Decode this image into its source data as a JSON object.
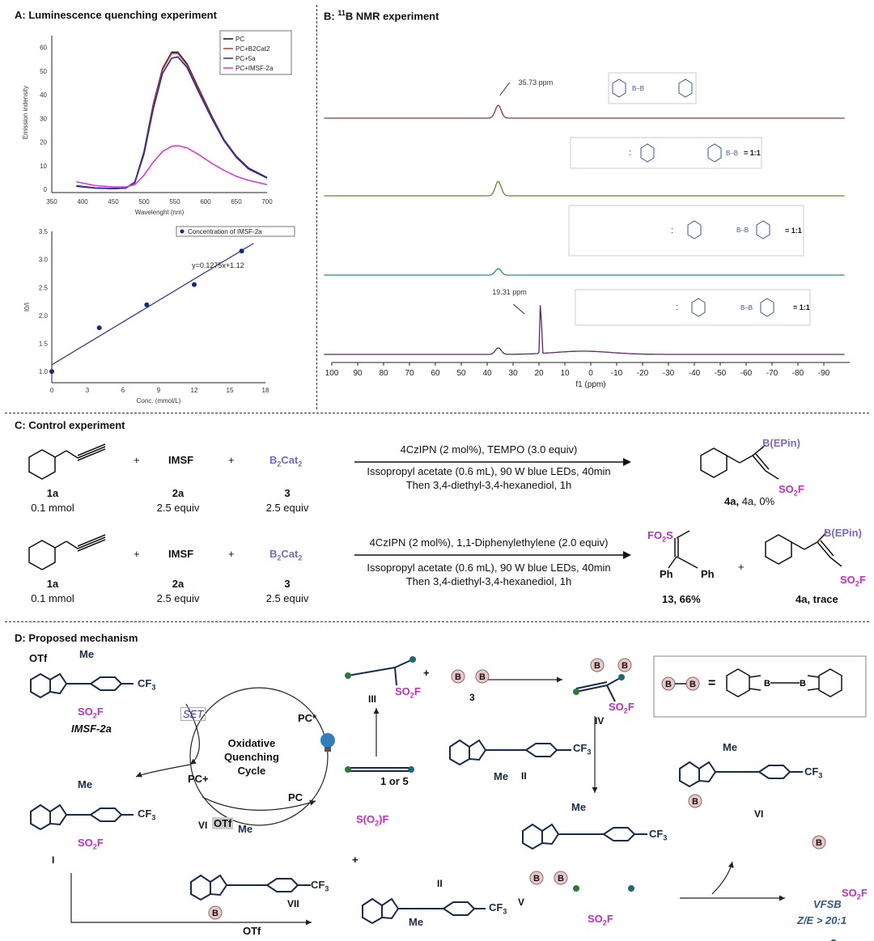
{
  "sectionA": {
    "title": "A: Luminescence quenching experiment",
    "emission": {
      "ylabel": "Emission indensity",
      "xlabel": "Wavelenght (nm)",
      "xticks": [
        "350",
        "400",
        "450",
        "500",
        "550",
        "600",
        "650",
        "700"
      ],
      "yticks": [
        "0",
        "10",
        "20",
        "30",
        "40",
        "50",
        "60"
      ],
      "legend": [
        "PC",
        "PC+B2Cat2",
        "PC+5a",
        "PC+IMSF-2a"
      ],
      "colors": [
        "#111111",
        "#c0392b",
        "#2a2aa8",
        "#d63cd6"
      ]
    },
    "quench": {
      "legend": "Concentration of IMSF-2a",
      "equation": "y=0.1275x+1.12",
      "ylabel": "I0/I",
      "xlabel": "Conc. (mmol/L)",
      "xticks": [
        "0",
        "3",
        "6",
        "9",
        "12",
        "15",
        "18"
      ],
      "yticks": [
        "1.0",
        "1.5",
        "2.0",
        "2.5",
        "3.0",
        "3.5"
      ]
    }
  },
  "chart_data": [
    {
      "type": "line",
      "xlabel": "Wavelenght (nm)",
      "ylabel": "Emission indensity",
      "xlim": [
        350,
        710
      ],
      "ylim": [
        -2,
        65
      ],
      "x": [
        390,
        420,
        450,
        470,
        485,
        500,
        515,
        530,
        545,
        555,
        570,
        590,
        610,
        630,
        650,
        670,
        700
      ],
      "series": [
        {
          "name": "PC",
          "values": [
            1.5,
            0.6,
            0.3,
            0.5,
            3,
            16,
            36,
            51,
            58,
            58,
            53,
            42,
            31,
            21,
            14,
            9,
            5
          ]
        },
        {
          "name": "PC+B2Cat2",
          "values": [
            1.4,
            0.6,
            0.3,
            0.5,
            3,
            15.5,
            35.5,
            50.5,
            57.5,
            57.5,
            52.5,
            41.5,
            30.5,
            20.8,
            13.8,
            8.8,
            4.8
          ]
        },
        {
          "name": "PC+5a",
          "values": [
            1.3,
            0.5,
            0.3,
            0.5,
            2.8,
            15,
            34,
            49,
            55.5,
            56,
            51.5,
            40.5,
            30,
            20.5,
            13.5,
            8.6,
            4.8
          ]
        },
        {
          "name": "PC+IMSF-2a",
          "values": [
            3.2,
            1.6,
            1.0,
            1.0,
            2.0,
            6,
            11.5,
            16,
            18.2,
            18.5,
            17.5,
            14.5,
            11,
            8,
            5.5,
            3.8,
            2
          ]
        }
      ]
    },
    {
      "type": "scatter",
      "xlabel": "Conc. (mmol/L)",
      "ylabel": "I0/I",
      "xlim": [
        0,
        18
      ],
      "ylim": [
        0.8,
        3.5
      ],
      "x": [
        0,
        4,
        8,
        12,
        16
      ],
      "series": [
        {
          "name": "Concentration of IMSF-2a",
          "values": [
            1.0,
            1.78,
            2.19,
            2.55,
            3.15
          ]
        }
      ],
      "fit": {
        "slope": 0.1275,
        "intercept": 1.12
      }
    },
    {
      "type": "line",
      "xlabel": "f1 (ppm)",
      "xlim": [
        100,
        -100
      ],
      "xticks": [
        "100",
        "90",
        "80",
        "70",
        "60",
        "50",
        "40",
        "30",
        "20",
        "10",
        "0",
        "-10",
        "-20",
        "-30",
        "-40",
        "-50",
        "-60",
        "-70",
        "-80",
        "-90"
      ],
      "series": [
        {
          "name": "B2Cat2",
          "color": "#8b3a3a",
          "peaks": [
            {
              "ppm": 35.73,
              "height": 16
            }
          ]
        },
        {
          "name": "isopropyl acetate : B2Cat2 = 1:1",
          "color": "#5a8a2e",
          "peaks": [
            {
              "ppm": 35.73,
              "height": 18
            }
          ]
        },
        {
          "name": "IMSF-2a : B2Cat2 = 1:1",
          "color": "#2a8a8a",
          "peaks": [
            {
              "ppm": 35.73,
              "height": 8
            }
          ]
        },
        {
          "name": "5a : B2Cat2 = 1:1",
          "color": "#5a2a6a",
          "peaks": [
            {
              "ppm": 35.73,
              "height": 8
            },
            {
              "ppm": 19.31,
              "height": 80
            }
          ]
        }
      ]
    }
  ],
  "sectionB": {
    "title": "B: ",
    "title_sup": "11",
    "title_rest": "B NMR experiment",
    "peak1": "35.73 ppm",
    "peak2": "19.31 ppm",
    "xlabel": "f1 (ppm)",
    "ratio": "= 1:1",
    "xticks": [
      "100",
      "90",
      "80",
      "70",
      "60",
      "50",
      "40",
      "30",
      "20",
      "10",
      "0",
      "-10",
      "-20",
      "-30",
      "-40",
      "-50",
      "-60",
      "-70",
      "-80",
      "-90"
    ]
  },
  "sectionC": {
    "title": "C: Control experiment",
    "row1": {
      "cond1": "4CzIPN (2 mol%), TEMPO (3.0 equiv)",
      "cond2": "Issopropyl acetate (0.6 mL), 90 W blue LEDs, 40min",
      "cond3": "Then 3,4-diethyl-3,4-hexanediol, 1h",
      "product": "4a, 0%"
    },
    "row2": {
      "cond1": "4CzIPN (2 mol%), 1,1-Diphenylethylene (2.0 equiv)",
      "cond2": "Issopropyl acetate (0.6 mL), 90 W blue LEDs, 40min",
      "cond3": "Then 3,4-diethyl-3,4-hexanediol, 1h",
      "product13": "13, 66%",
      "product4a": "4a, trace"
    },
    "r1": {
      "id": "1a",
      "amt": "0.1 mmol"
    },
    "r2": {
      "name": "IMSF",
      "id": "2a",
      "amt": "2.5 equiv"
    },
    "r3": {
      "name": "B2Cat2",
      "id": "3",
      "amt": "2.5 equiv"
    },
    "plus": "+",
    "bepin": "B(EPin)",
    "so2f": "SO2F",
    "fo2s": "FO2S",
    "ph": "Ph"
  },
  "sectionD": {
    "title": "D: Proposed mechanism",
    "imsf": "IMSF-2a",
    "set": "SET",
    "cycle": [
      "Oxidative",
      "Quenching",
      "Cycle"
    ],
    "pc_plus": "PC+",
    "pc_star": "PC*",
    "pc": "PC",
    "labels": {
      "I": "I",
      "II": "II",
      "III": "III",
      "IV": "IV",
      "V": "V",
      "VI": "VI",
      "VII": "VII"
    },
    "one_or_five": "1 or 5",
    "three": "3",
    "vfsb": "VFSB",
    "ze": "Z/E > 20:1",
    "otf": "OTf",
    "me": "Me",
    "cf3": "CF3"
  }
}
